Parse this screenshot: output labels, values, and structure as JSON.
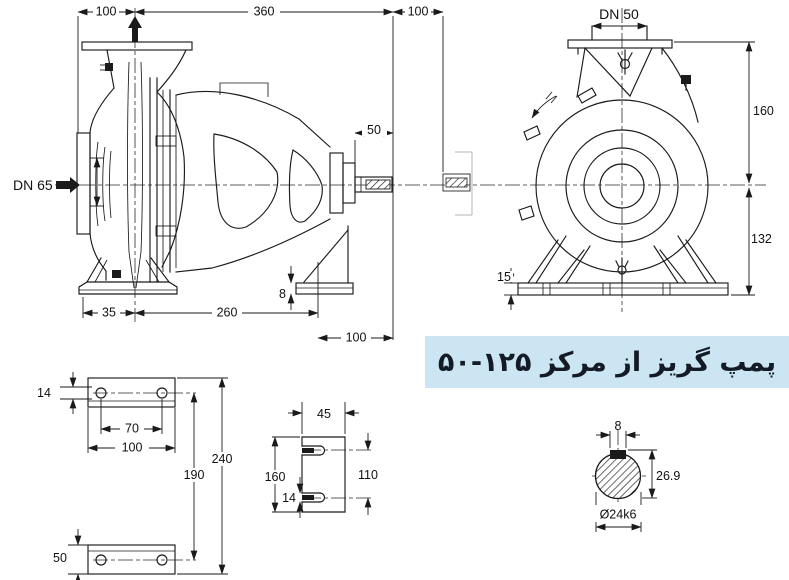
{
  "title_block": {
    "text": "پمپ گریز از مرکز ۱۲۵-۵۰",
    "bg_color": "#cbe6f2",
    "text_color": "#141a26"
  },
  "side_view": {
    "dim_top_left": "100",
    "dim_top_mid": "360",
    "dim_top_right": "100",
    "suction_label": "DN 65",
    "shaft_dim": "50",
    "dim_bottom_35": "35",
    "dim_bottom_260": "260",
    "dim_pad_8": "8",
    "dim_bottom_100": "100"
  },
  "end_view": {
    "discharge_label": "DN 50",
    "dim_160": "160",
    "dim_132": "132",
    "dim_15": "15"
  },
  "foot_plan": {
    "dim_14": "14",
    "dim_70": "70",
    "dim_100": "100",
    "dim_190": "190",
    "dim_240": "240",
    "dim_50": "50"
  },
  "foot_side": {
    "dim_45": "45",
    "dim_160": "160",
    "dim_14": "14",
    "dim_110": "110"
  },
  "shaft_section": {
    "dim_8": "8",
    "dim_26_9": "26.9",
    "dim_dia": "Ø24k6"
  },
  "line_color": "#1a1a1a"
}
